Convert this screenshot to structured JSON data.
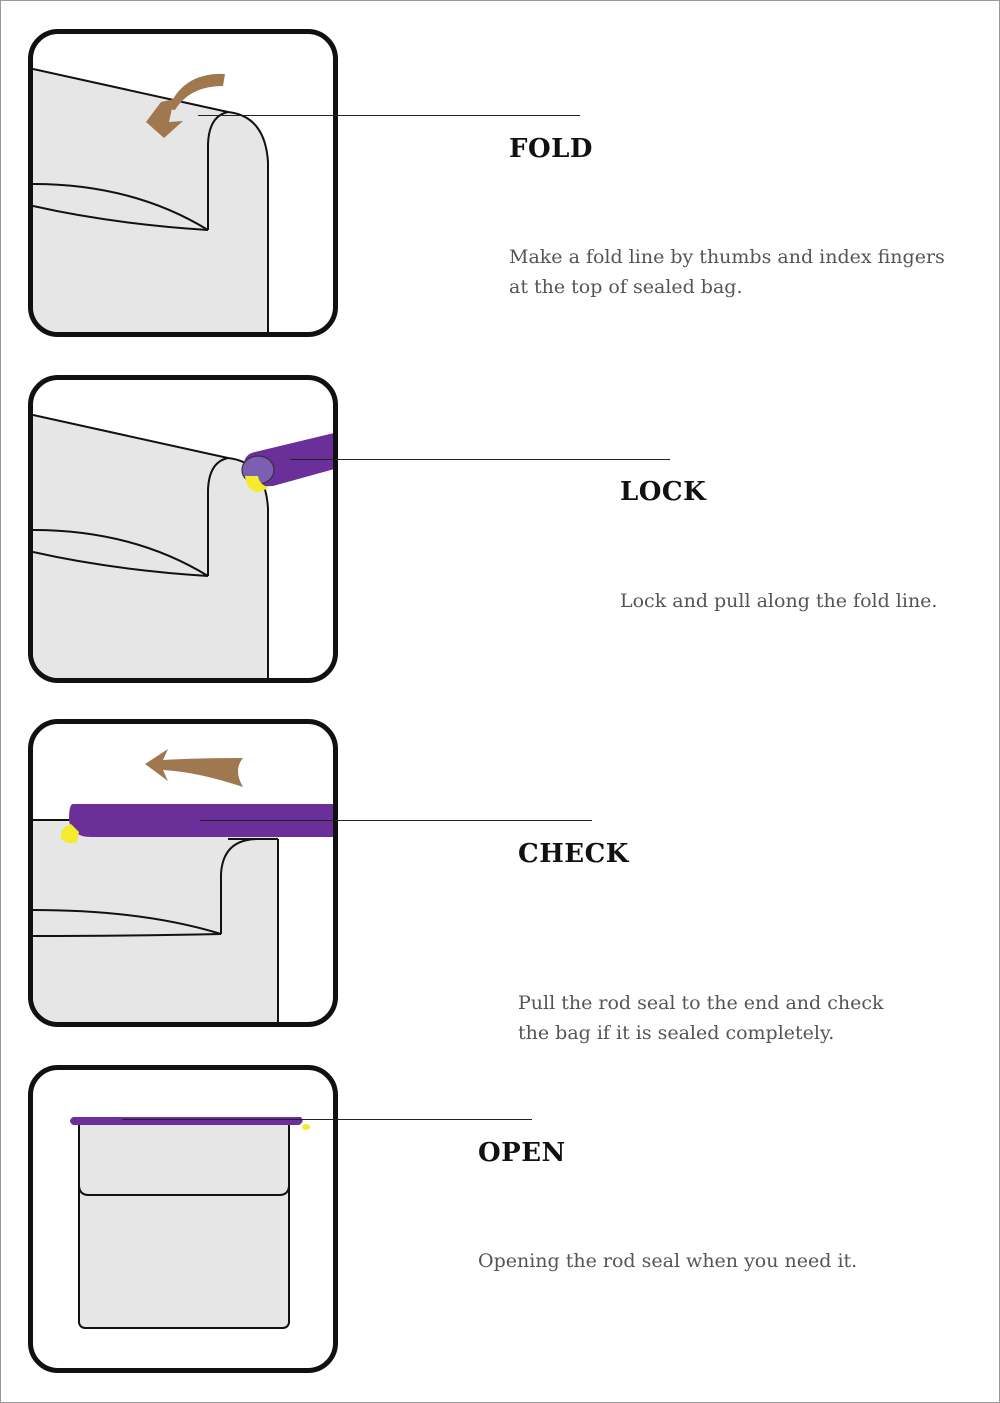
{
  "steps": [
    {
      "title": "FOLD",
      "description_lines": [
        "Make a fold line by thumbs and index fingers",
        "at the top of sealed bag."
      ]
    },
    {
      "title": "LOCK",
      "description_lines": [
        "Lock and pull along the fold line."
      ]
    },
    {
      "title": "CHECK",
      "description_lines": [
        "Pull the rod seal to the end and check",
        "the bag if it is sealed completely."
      ]
    },
    {
      "title": "OPEN",
      "description_lines": [
        "Opening the rod seal when you need it."
      ]
    }
  ],
  "colors": {
    "bag_fill": "#e6e6e6",
    "outline": "#111111",
    "rod_seal": "#6a2f98",
    "fingertip": "#f4ea2e",
    "arrow": "#a07850",
    "text_title": "#111111",
    "text_body": "#555555"
  },
  "icons": {
    "fold_arrow": "curved-down-arrow-icon",
    "pull_arrow": "left-arrow-icon"
  }
}
